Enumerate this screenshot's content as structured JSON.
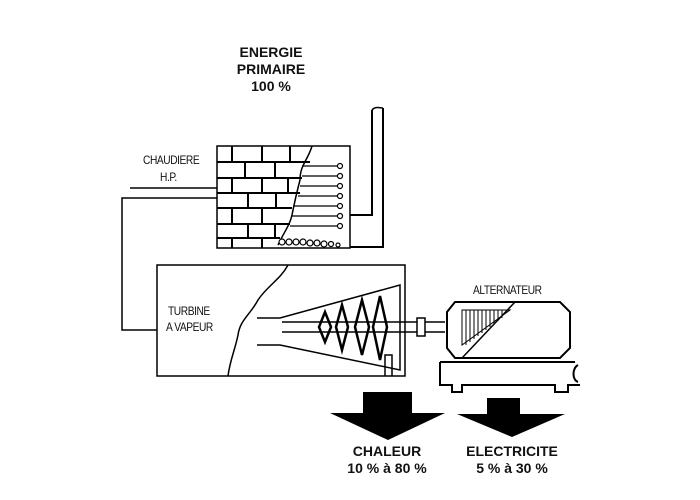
{
  "title": {
    "line1": "ENERGIE",
    "line2": "PRIMAIRE",
    "line3": "100 %"
  },
  "boiler": {
    "line1": "CHAUDIERE",
    "line2": "H.P."
  },
  "turbine": {
    "line1": "TURBINE",
    "line2": "A VAPEUR"
  },
  "alternator": {
    "label": "ALTERNATEUR"
  },
  "outputs": [
    {
      "label": "CHALEUR",
      "range": "10 % à 80 %"
    },
    {
      "label": "ELECTRICITE",
      "range": "5 % à 30 %"
    }
  ]
}
